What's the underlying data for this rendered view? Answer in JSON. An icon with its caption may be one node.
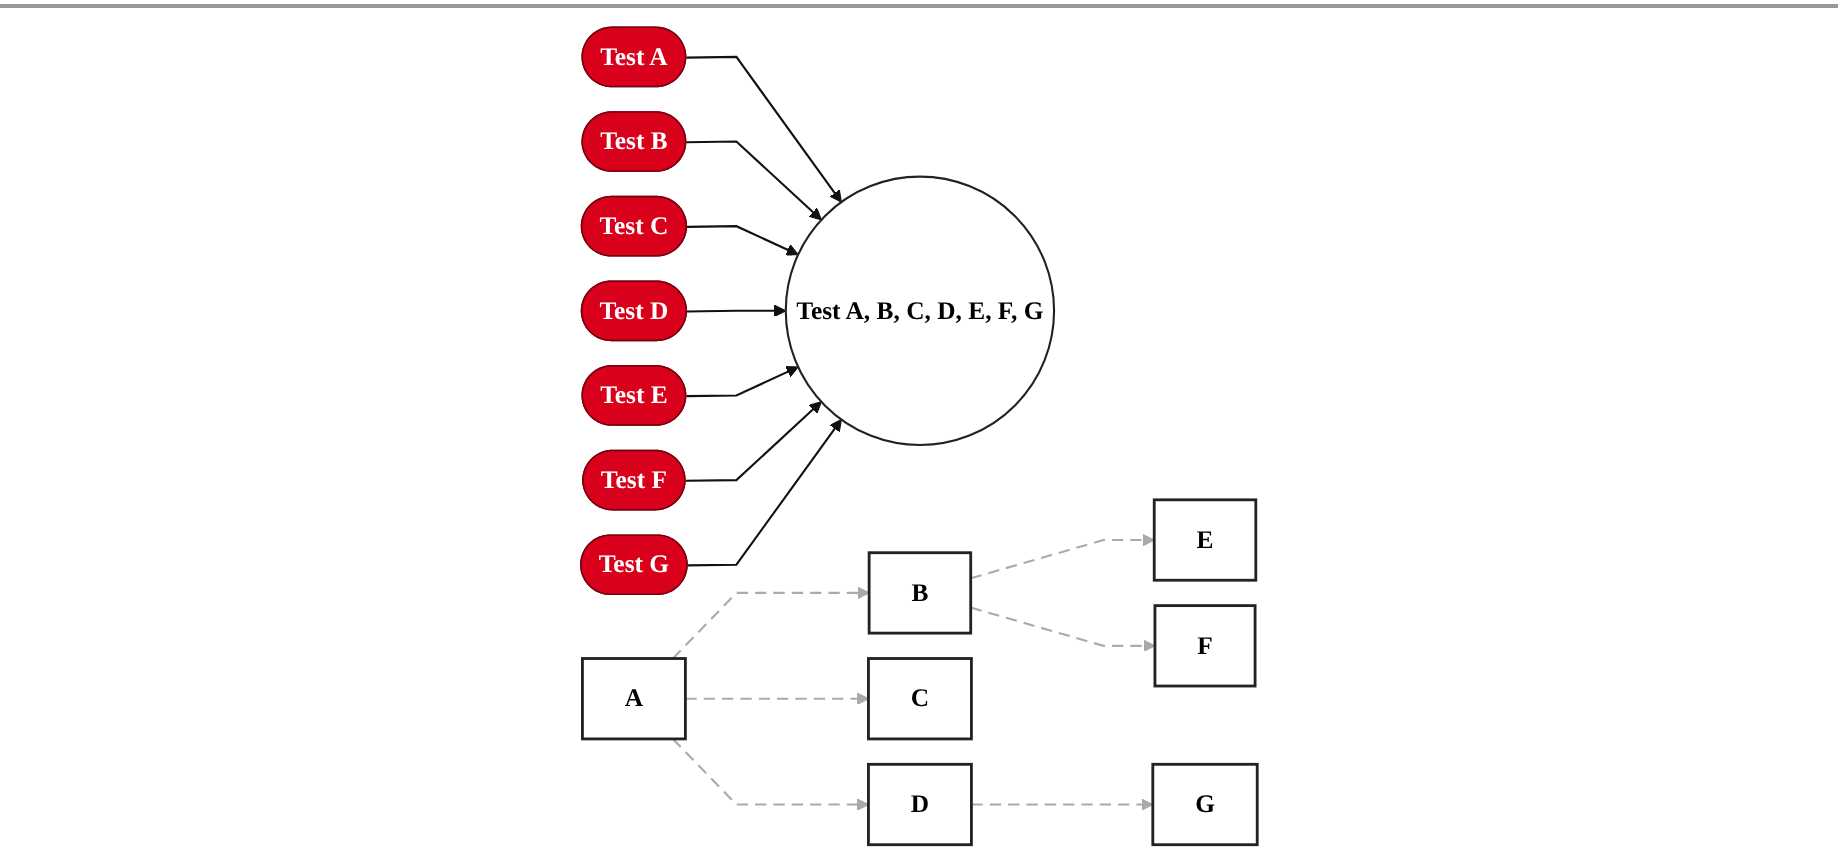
{
  "diagram": {
    "nodes": [
      {
        "text": [
          "Test A"
        ]
      },
      {
        "text": [
          "Test B"
        ]
      },
      {
        "text": [
          "Test C"
        ]
      },
      {
        "text": [
          "Test D"
        ]
      },
      {
        "text": [
          "Test E"
        ]
      },
      {
        "text": [
          "Test F"
        ]
      },
      {
        "text": [
          "Test G"
        ]
      },
      {
        "text": [
          "Test A, B, C, D, E, F, G"
        ]
      },
      {
        "text": [
          "A"
        ]
      },
      {
        "text": [
          "B"
        ]
      },
      {
        "text": [
          "C"
        ]
      },
      {
        "text": [
          "D"
        ]
      },
      {
        "text": [
          "E"
        ]
      },
      {
        "text": [
          "F"
        ]
      },
      {
        "text": [
          "G"
        ]
      }
    ],
    "edges": [
      {
        "from": 0,
        "to": 7,
        "arrow": "to"
      },
      {
        "from": 1,
        "to": 7,
        "arrow": "to"
      },
      {
        "from": 2,
        "to": 7,
        "arrow": "to"
      },
      {
        "from": 3,
        "to": 7,
        "arrow": "to"
      },
      {
        "from": 4,
        "to": 7,
        "arrow": "to"
      },
      {
        "from": 5,
        "to": 7,
        "arrow": "to"
      },
      {
        "from": 6,
        "to": 7,
        "arrow": "to"
      },
      {
        "from": 8,
        "to": 9,
        "arrow": "to",
        "style": "dashed",
        "color": "#aaaaaa"
      },
      {
        "from": 8,
        "to": 10,
        "arrow": "to",
        "style": "dashed",
        "color": "#aaaaaa"
      },
      {
        "from": 8,
        "to": 11,
        "arrow": "to",
        "style": "dashed",
        "color": "#aaaaaa"
      },
      {
        "from": 9,
        "to": 12,
        "arrow": "to",
        "style": "dashed",
        "color": "#aaaaaa"
      },
      {
        "from": 9,
        "to": 13,
        "arrow": "to",
        "style": "dashed",
        "color": "#aaaaaa"
      },
      {
        "from": 11,
        "to": 14,
        "arrow": "to",
        "style": "dashed",
        "color": "#aaaaaa"
      }
    ]
  }
}
